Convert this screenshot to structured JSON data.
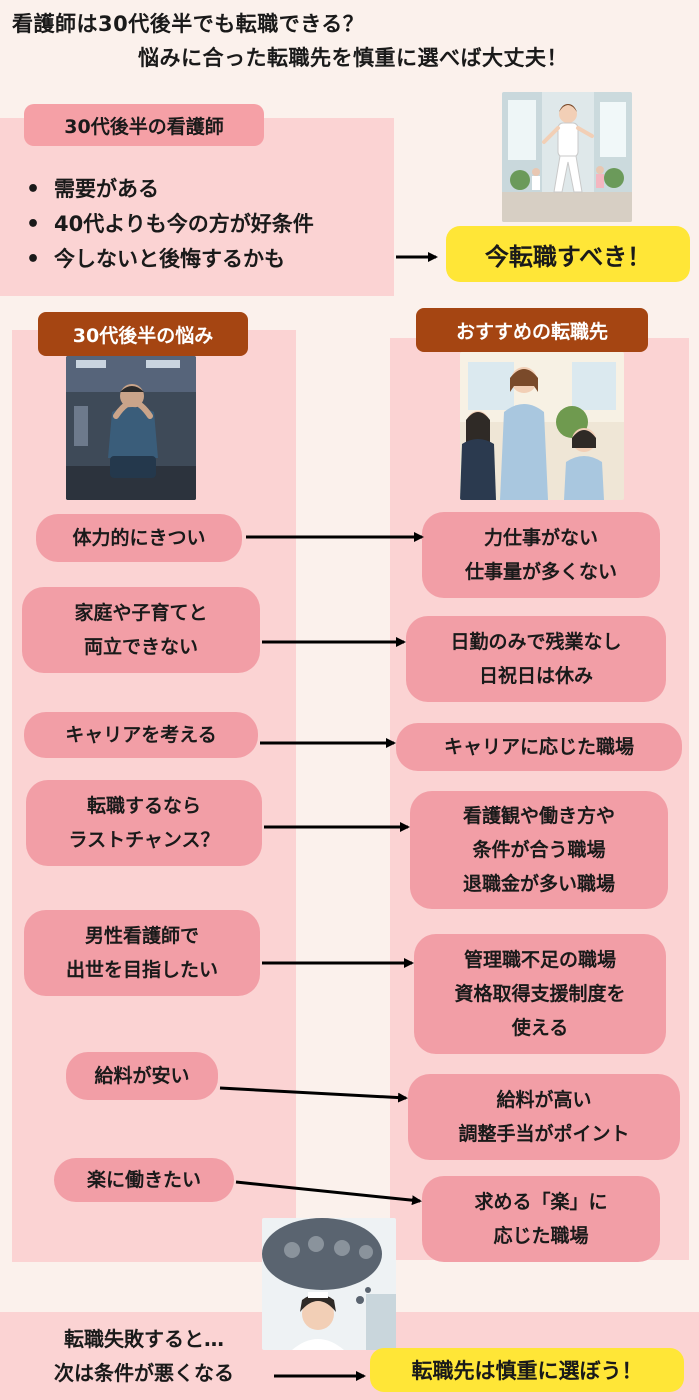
{
  "title": {
    "line1": "看護師は30代後半でも転職できる？",
    "line2": "悩みに合った転職先を慎重に選べば大丈夫！"
  },
  "top_section": {
    "heading": "30代後半の看護師",
    "bullets": [
      "需要がある",
      "40代よりも今の方が好条件",
      "今しないと後悔するかも"
    ],
    "callout": "今転職すべき！"
  },
  "left_column": {
    "heading": "30代後半の悩み"
  },
  "right_column": {
    "heading": "おすすめの転職先"
  },
  "pairs": [
    {
      "worry": "体力的にきつい",
      "solution": "力仕事がない\n仕事量が多くない"
    },
    {
      "worry": "家庭や子育てと\n両立できない",
      "solution": "日勤のみで残業なし\n日祝日は休み"
    },
    {
      "worry": "キャリアを考える",
      "solution": "キャリアに応じた職場"
    },
    {
      "worry": "転職するなら\nラストチャンス？",
      "solution": "看護観や働き方や\n条件が合う職場\n退職金が多い職場"
    },
    {
      "worry": "男性看護師で\n出世を目指したい",
      "solution": "管理職不足の職場\n資格取得支援制度を\n使える"
    },
    {
      "worry": "給料が安い",
      "solution": "給料が高い\n調整手当がポイント"
    },
    {
      "worry": "楽に働きたい",
      "solution": "求める「楽」に\n応じた職場"
    }
  ],
  "bottom_section": {
    "text": "転職失敗すると…\n次は条件が悪くなる",
    "callout": "転職先は慎重に選ぼう！"
  },
  "colors": {
    "background": "#fbf1ec",
    "panel": "#fbd3d3",
    "box": "#f29ea6",
    "heading_brown": "#a54512",
    "callout_yellow": "#ffe637"
  }
}
